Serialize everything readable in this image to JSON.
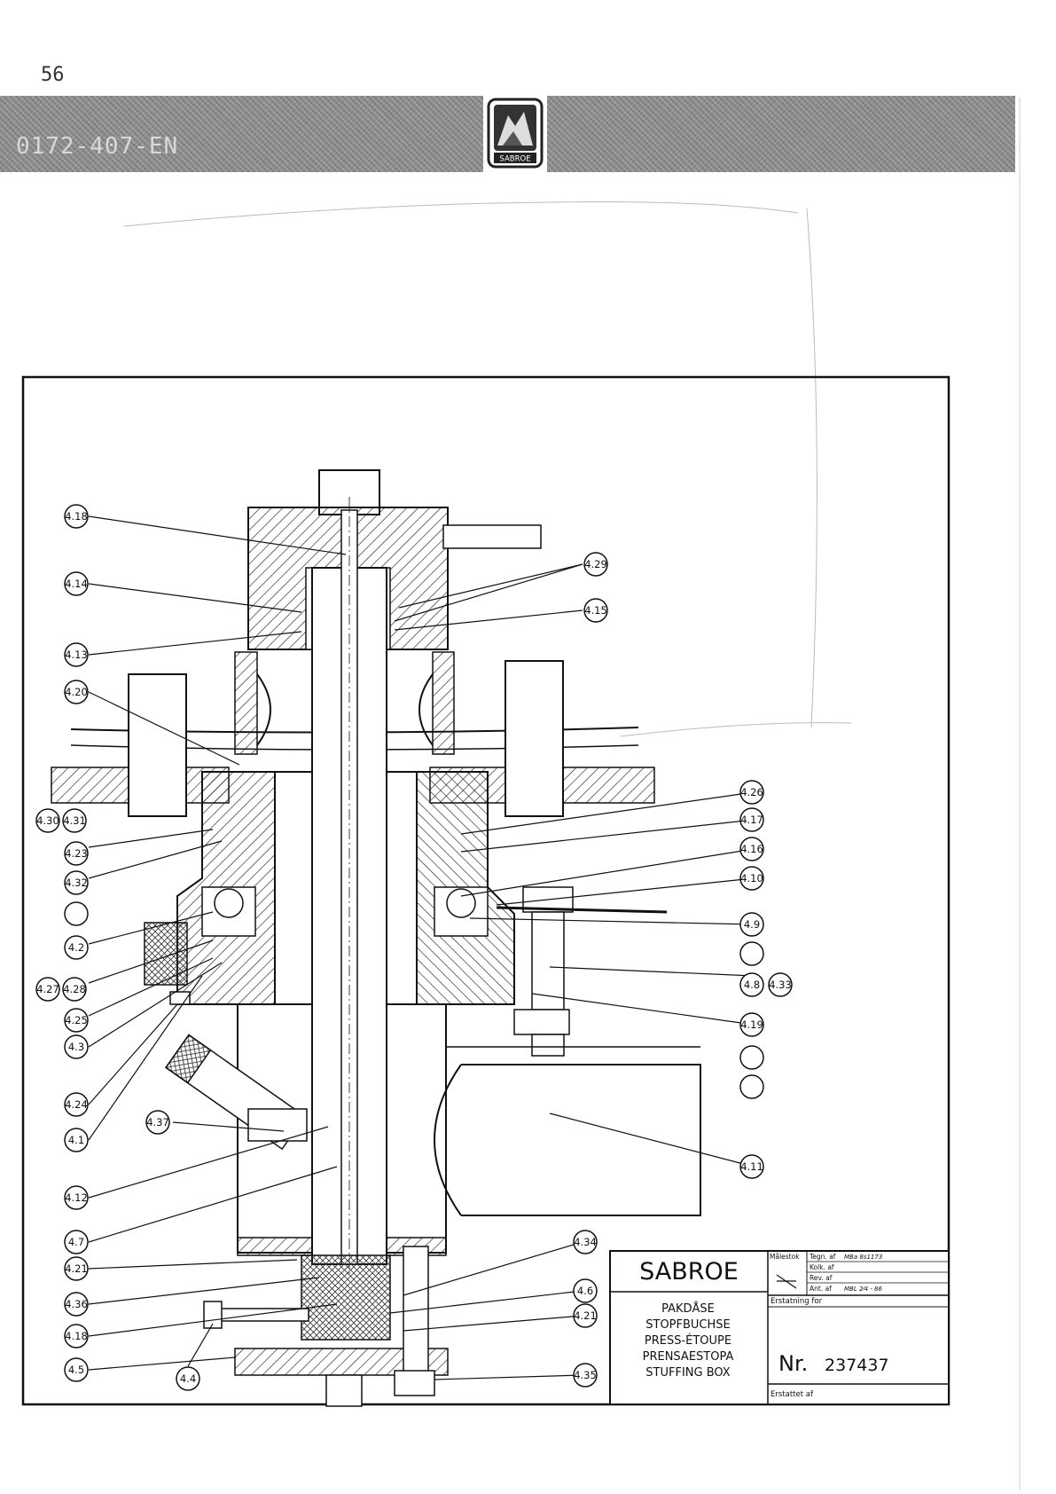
{
  "page": {
    "number": "56",
    "doc_code": "0172-407-EN"
  },
  "logo": {
    "text": "SABROE"
  },
  "title_block": {
    "company": "SABROE",
    "names": [
      "PAKDÅSE",
      "STOPFBUCHSE",
      "PRESS-ÉTOUPE",
      "PRENSAESTOPA",
      "STUFFING BOX"
    ],
    "scale_label": "Målestok",
    "rows": [
      "Tegn. af",
      "Kolk. af",
      "Rev. af",
      "Ant. af"
    ],
    "tegn_value": "MBa 8s1173",
    "ant_value": "MBL 2⁄4 - 86",
    "replacement_label": "Erstatning for",
    "number_label": "Nr.",
    "number": "237437",
    "replaced_label": "Erstattet af"
  },
  "labels": [
    "4.18",
    "4.14",
    "4.13",
    "4.20",
    "4.30",
    "4.31",
    "4.23",
    "4.32",
    "4.2",
    "4.27",
    "4.28",
    "4.25",
    "4.3",
    "4.24",
    "4.1",
    "4.12",
    "4.7",
    "4.21",
    "4.36",
    "4.18",
    "4.5",
    "4.4",
    "4.37",
    "4.29",
    "4.15",
    "4.26",
    "4.17",
    "4.16",
    "4.10",
    "4.9",
    "4.8",
    "4.33",
    "4.19",
    "4.11",
    "4.34",
    "4.6",
    "4.21",
    "4.35"
  ]
}
